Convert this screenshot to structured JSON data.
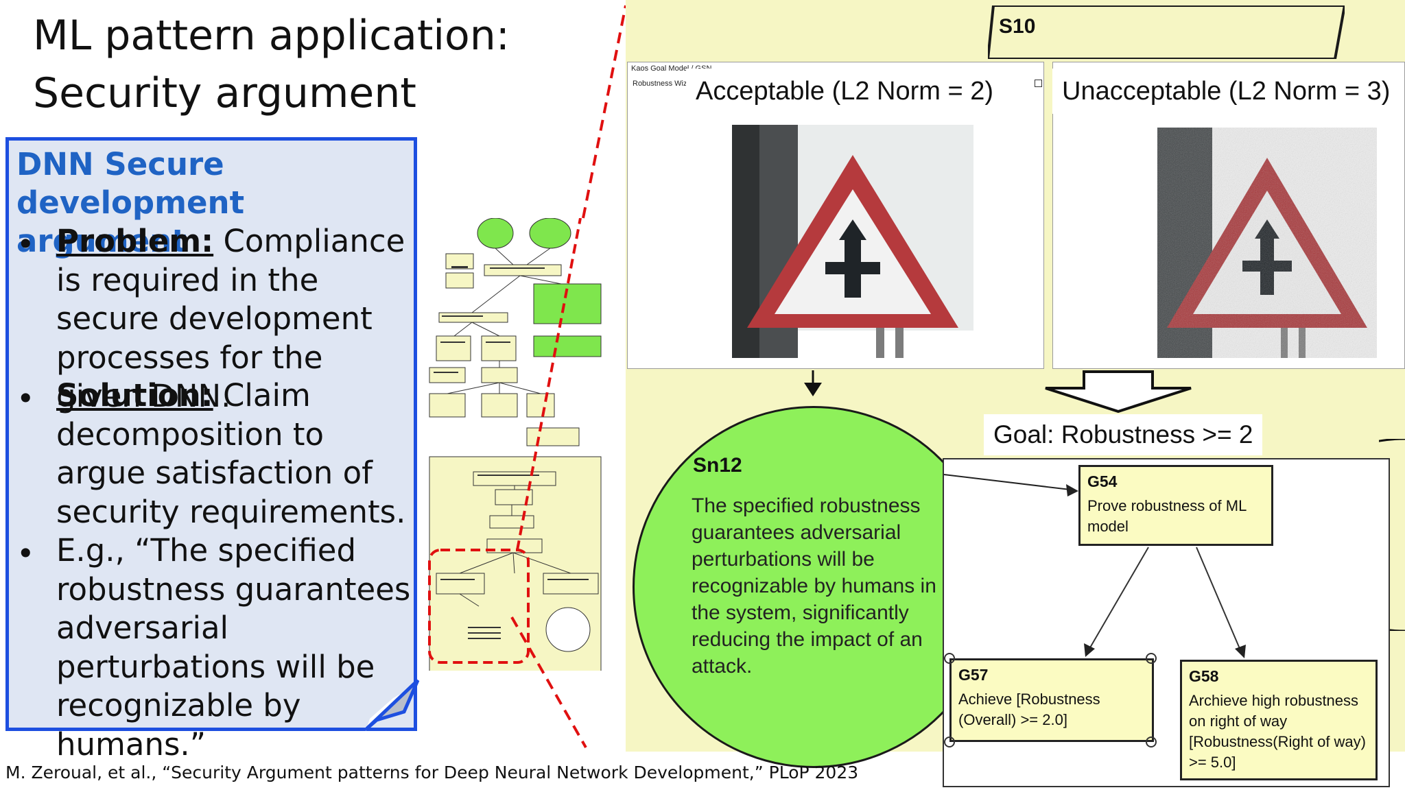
{
  "slide": {
    "title_line1": "ML pattern application:",
    "title_line2": "Security argument",
    "citation": "M. Zeroual, et al., “Security Argument patterns for Deep Neural Network Development,” PLoP 2023"
  },
  "callout": {
    "heading": "DNN Secure development argument",
    "bullet_glyph": "•",
    "problem_label": "Problem:",
    "problem_text": " Compliance is required in the secure development processes for the given DNN.",
    "solution_label": "Solution:",
    "solution_text": "  Claim decomposition to argue satisfaction of security requirements.",
    "example_text": "E.g., “The specified robustness guarantees adversarial perturbations will be recognizable by humans.”"
  },
  "tool": {
    "window_title": "Kaos Goal Model / GSN",
    "wizard_label": "Robustness Wiza",
    "s10_label": "S10",
    "acceptable_caption": "Acceptable (L2 Norm = 2)",
    "unacceptable_caption": "Unacceptable (L2 Norm = 3)",
    "goal_caption": "Goal: Robustness >= 2"
  },
  "sn12": {
    "id": "Sn12",
    "text": "The specified robustness guarantees adversarial perturbations will be recognizable by humans in the system, significantly reducing the impact of an attack."
  },
  "goals": {
    "g54": {
      "id": "G54",
      "text": "Prove robustness of ML model"
    },
    "g57": {
      "id": "G57",
      "text": "Achieve  [Robustness (Overall) >= 2.0]"
    },
    "g58": {
      "id": "G58",
      "text": "Archieve high robustness on right of way [Robustness(Right of way) >= 5.0]"
    }
  },
  "colors": {
    "callout_border": "#1d4fe0",
    "callout_fill": "#dfe6f3",
    "heading": "#1f63c4",
    "panel_yellow": "#f6f6c4",
    "solution_green": "#8ef05a",
    "goal_fill": "#fbfbc2",
    "highlight_red": "#e01010"
  },
  "icons": [
    "warning-triangle-sign-image",
    "priority-road-sign-image",
    "down-arrow-icon",
    "hollow-down-arrow-icon"
  ]
}
